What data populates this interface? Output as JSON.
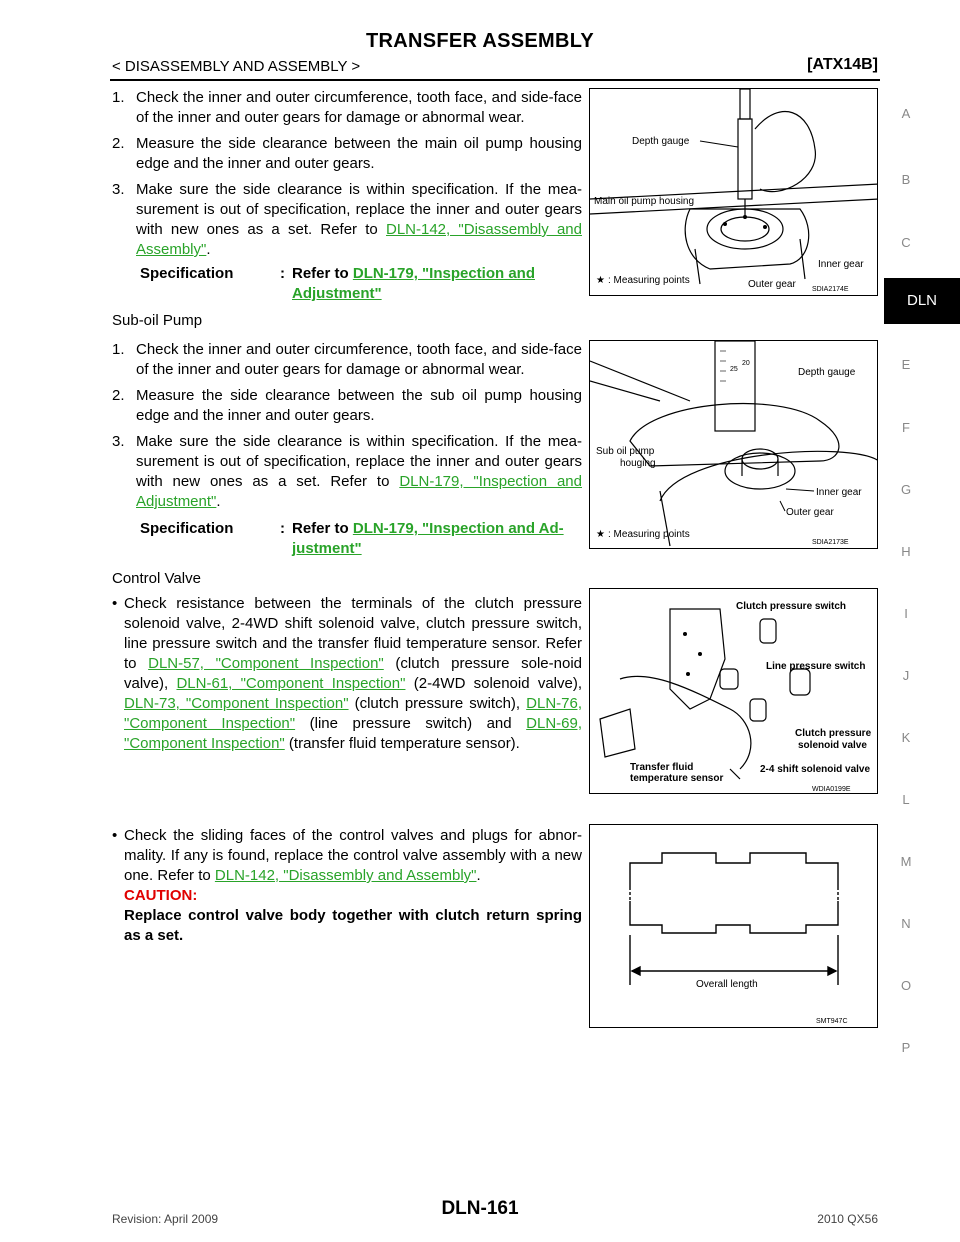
{
  "header": {
    "title": "TRANSFER ASSEMBLY",
    "section": "< DISASSEMBLY AND ASSEMBLY >",
    "model": "[ATX14B]"
  },
  "side_index": [
    "A",
    "B",
    "C",
    "DLN",
    "E",
    "F",
    "G",
    "H",
    "I",
    "J",
    "K",
    "L",
    "M",
    "N",
    "O",
    "P"
  ],
  "main_pump": {
    "step1": "Check the inner and outer circumference, tooth face, and side-face of the inner and outer gears for damage or abnormal wear.",
    "step2": "Measure the side clearance between the main oil pump housing edge and the inner and outer gears.",
    "step3_text": "Make sure the side clearance is within specification. If the mea-surement is out of specification, replace the inner and outer gears with new ones as a set. Refer to",
    "step3_link": "DLN-142, \"Disassembly and Assembly\"",
    "spec_label": "Specification",
    "spec_sep": ":",
    "spec_prefix": "Refer to",
    "spec_link": "DLN-179, \"Inspection and Adjustment\""
  },
  "sub_pump": {
    "heading": "Sub-oil Pump",
    "step1": "Check the inner and outer circumference, tooth face, and side-face of the inner and outer gears for damage or abnormal wear.",
    "step2": "Measure the side clearance between the sub oil pump housing edge and the inner and outer gears.",
    "step3_text": "Make sure the side clearance is within specification. If the mea-surement is out of specification, replace the inner and outer gears with new ones as a set. Refer to",
    "step3_link": "DLN-179, \"Inspection and Adjustment\"",
    "spec_label": "Specification",
    "spec_sep": ":",
    "spec_prefix": "Refer to",
    "spec_link": "DLN-179, \"Inspection and Ad-justment\""
  },
  "control_valve": {
    "heading": "Control Valve",
    "b1_a": "Check resistance between the terminals of the clutch pressure solenoid valve, 2-4WD shift solenoid valve, clutch pressure switch, line pressure switch and the transfer fluid temperature sensor. Refer to",
    "b1_link1": "DLN-57, \"Component Inspection\"",
    "b1_b": "(clutch pressure sole-noid valve),",
    "b1_link2": "DLN-61, \"Component Inspection\"",
    "b1_c": "(2-4WD solenoid valve),",
    "b1_link3": "DLN-73, \"Component Inspection\"",
    "b1_d": "(clutch pressure switch),",
    "b1_link4": "DLN-76, \"Component Inspection\"",
    "b1_e": "(line pressure switch) and",
    "b1_link5": "DLN-69, \"Component Inspection\"",
    "b1_f": "(transfer fluid temperature sensor).",
    "b2_a": "Check the sliding faces of the control valves and plugs for abnor-mality. If any is found, replace the control valve assembly with a new one. Refer to",
    "b2_link": "DLN-142, \"Disassembly and Assembly\"",
    "caution_label": "CAUTION:",
    "caution_text": "Replace control valve body together with clutch return spring as a set."
  },
  "figures": {
    "fig1": {
      "depth_gauge": "Depth gauge",
      "housing": "Main oil pump housing",
      "inner_gear": "Inner gear",
      "outer_gear": "Outer gear",
      "measuring": ": Measuring points",
      "code": "SDIA2174E"
    },
    "fig2": {
      "depth_gauge": "Depth gauge",
      "housing_1": "Sub oil pump",
      "housing_2": "houging",
      "inner_gear": "Inner gear",
      "outer_gear": "Outer gear",
      "measuring": ": Measuring points",
      "code": "SDIA2173E",
      "scale_1": "25",
      "scale_2": "20"
    },
    "fig3": {
      "clutch_switch": "Clutch pressure switch",
      "line_switch": "Line pressure switch",
      "clutch_valve_1": "Clutch pressure",
      "clutch_valve_2": "solenoid valve",
      "fluid_sensor_1": "Transfer fluid",
      "fluid_sensor_2": "temperature sensor",
      "shift_valve": "2-4 shift solenoid valve",
      "code": "WDIA0199E"
    },
    "fig4": {
      "overall": "Overall length",
      "code": "SMT947C"
    }
  },
  "footer": {
    "revision": "Revision: April 2009",
    "page": "DLN-161",
    "model": "2010 QX56"
  }
}
